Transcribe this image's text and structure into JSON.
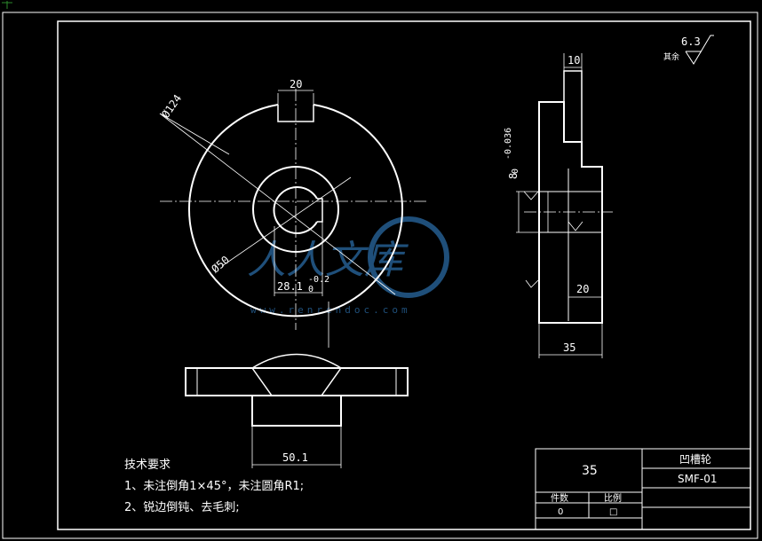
{
  "dimensions": {
    "keyway_width": "20",
    "outer_diameter": "Ø124",
    "hub_diameter": "Ø50",
    "keyway_depth": "28.1",
    "keyway_depth_tol": "-0.2",
    "keyway_depth_zero": "0",
    "side_top_width": "10",
    "side_slot": "8",
    "side_slot_tol": "-0.036",
    "side_slot_zero": "0",
    "side_hub_width": "20",
    "side_total_width": "35",
    "bottom_width": "50.1"
  },
  "roughness": {
    "label": "其余",
    "value": "6.3"
  },
  "tech_requirements": {
    "title": "技术要求",
    "items": [
      "1、未注倒角1×45°，未注圆角R1;",
      "2、锐边倒钝、去毛刺;"
    ]
  },
  "title_block": {
    "material": "35",
    "part_name": "凹槽轮",
    "drawing_no": "SMF-01",
    "qty_label": "件数",
    "qty_value": "0",
    "scale_label": "比例",
    "scale_value": "□"
  },
  "watermark": {
    "text": "人人文库",
    "url": "www.renrendoc.com"
  },
  "colors": {
    "background": "#000000",
    "lines": "#ffffff",
    "watermark": "#1f4f7a"
  }
}
